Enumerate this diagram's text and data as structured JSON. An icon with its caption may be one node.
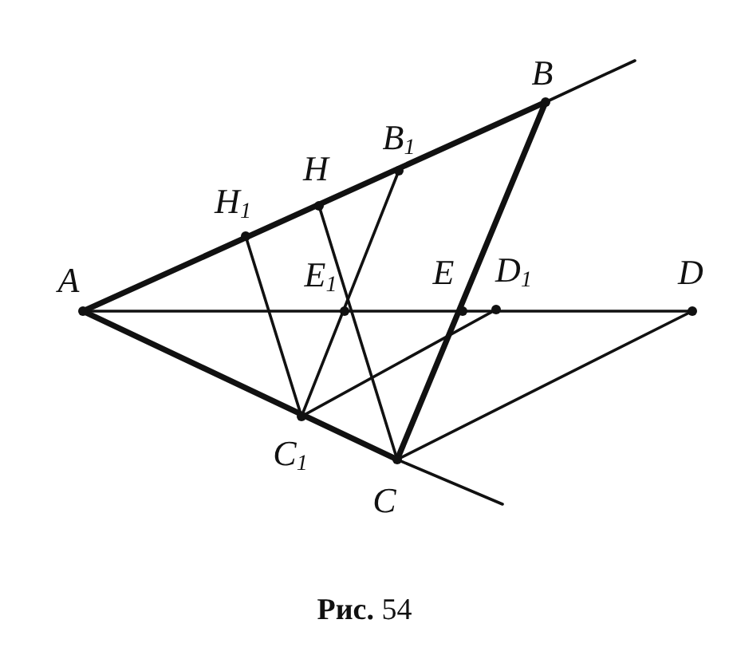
{
  "diagram": {
    "caption": "**Рис.** 54",
    "nodes": [
      {
        "text": [
          "A"
        ]
      },
      {
        "text": [
          "H$_{1}$"
        ]
      },
      {
        "text": [
          "H"
        ]
      },
      {
        "text": [
          "B$_{1}$"
        ]
      },
      {
        "text": [
          "B"
        ]
      },
      {
        "text": [
          "E$_{1}$"
        ]
      },
      {
        "text": [
          "E"
        ]
      },
      {
        "text": [
          "D$_{1}$"
        ]
      },
      {
        "text": [
          "D"
        ]
      },
      {
        "text": [
          "C$_{1}$"
        ]
      },
      {
        "text": [
          "C"
        ]
      }
    ],
    "edges": [
      {
        "from": 0,
        "to": 4,
        "arrow": "none",
        "style": "thick"
      },
      {
        "from": 4,
        "to": null,
        "arrow": "none"
      },
      {
        "from": 0,
        "to": 10,
        "arrow": "none",
        "style": "thick"
      },
      {
        "from": 10,
        "to": null,
        "arrow": "none"
      },
      {
        "from": 0,
        "to": 8,
        "arrow": "none"
      },
      {
        "from": 4,
        "to": 10,
        "arrow": "none",
        "style": "thick"
      },
      {
        "from": 1,
        "to": 9,
        "arrow": "none"
      },
      {
        "from": 2,
        "to": 10,
        "arrow": "none"
      },
      {
        "from": 3,
        "to": 9,
        "arrow": "none"
      },
      {
        "from": 9,
        "to": 7,
        "arrow": "none"
      },
      {
        "from": 10,
        "to": 8,
        "arrow": "none"
      }
    ]
  }
}
